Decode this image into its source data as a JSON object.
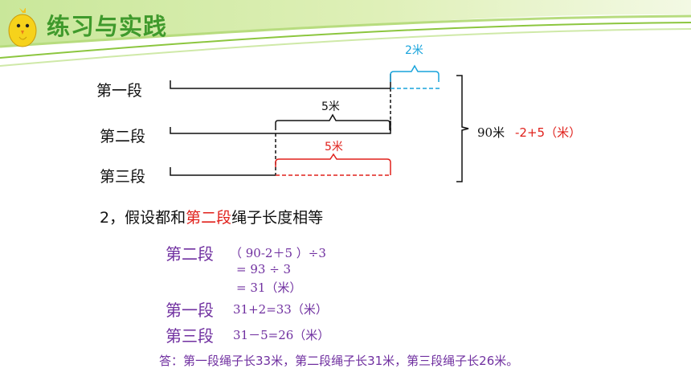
{
  "header": {
    "title": "练习与实践"
  },
  "segments": [
    {
      "label": "第一段"
    },
    {
      "label": "第二段"
    },
    {
      "label": "第三段"
    }
  ],
  "annotations": {
    "top_diff": "2米",
    "mid_diff": "5米",
    "bottom_diff": "5米",
    "total": "90米",
    "total_adjust": "-2+5（米）"
  },
  "colors": {
    "title": "#3f9a2c",
    "cyan": "#19a4dc",
    "red": "#e0201b",
    "purple": "#7030a0"
  },
  "assumption": {
    "prefix": "2，假设都和",
    "highlight": "第二段",
    "suffix": "绳子长度相等"
  },
  "calculation": {
    "second_label": "第二段",
    "second_lines": [
      "（ 90-2＋5 ）÷3",
      "= 93 ÷ 3",
      "= 31（米）"
    ],
    "first_label": "第一段",
    "first_expr": "31+2=33（米）",
    "third_label": "第三段",
    "third_expr": "31－5=26（米）"
  },
  "answer": "答：第一段绳子长33米，第二段绳子长31米，第三段绳子长26米。"
}
